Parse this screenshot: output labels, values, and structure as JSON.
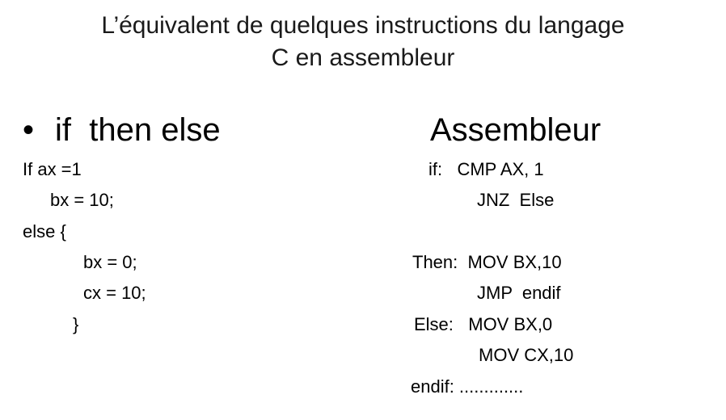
{
  "slide": {
    "title_line1": "L’équivalent de quelques instructions du langage",
    "title_line2": "C en assembleur",
    "bullet": {
      "marker": "•",
      "left_heading": "if  then else",
      "right_heading": "Assembleur"
    },
    "c_code": [
      "If ax =1",
      "bx = 10;",
      "else {",
      "bx = 0;",
      "cx = 10;",
      "}"
    ],
    "asm_code": [
      "if:   CMP AX, 1",
      "JNZ  Else",
      "Then:  MOV BX,10",
      "JMP  endif",
      "Else:   MOV BX,0",
      "MOV CX,10",
      "endif: ............."
    ]
  }
}
